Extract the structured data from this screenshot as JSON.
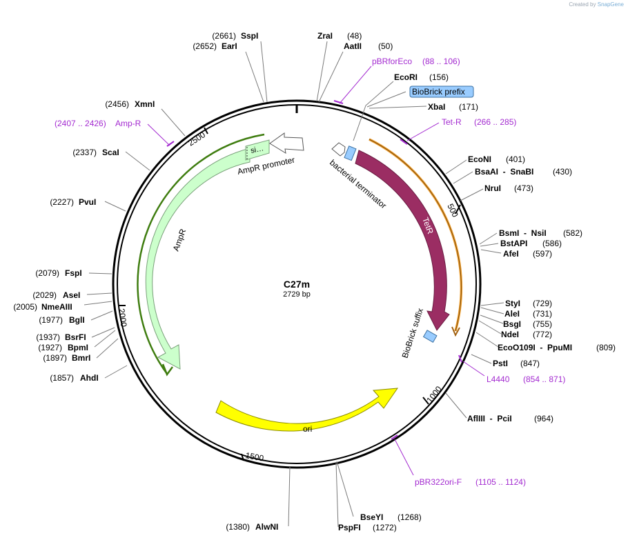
{
  "credit": {
    "prefix": "Created by",
    "brand": "SnapGene"
  },
  "plasmid": {
    "name": "C27m",
    "length_label": "2729 bp",
    "length": 2729
  },
  "ticks": [
    {
      "bp": 500,
      "label": "500"
    },
    {
      "bp": 1000,
      "label": "1000"
    },
    {
      "bp": 1500,
      "label": "1500"
    },
    {
      "bp": 2000,
      "label": "2000"
    },
    {
      "bp": 2500,
      "label": "2500"
    }
  ],
  "features": [
    {
      "name": "AmpR",
      "label": "AmpR",
      "color": "#ccffcc",
      "stroke": "#7aa07a"
    },
    {
      "name": "AmpR promoter",
      "label": "AmpR promoter",
      "color": "#ffffff",
      "stroke": "#555555"
    },
    {
      "name": "signal",
      "label": "si…",
      "color": "#ccffcc",
      "stroke": "#7aa07a"
    },
    {
      "name": "TetR",
      "label": "TetR",
      "color": "#9b2d63",
      "stroke": "#6a1c42"
    },
    {
      "name": "bacterial terminator",
      "label": "bacterial terminator",
      "color": "#ffffff",
      "stroke": "#555555"
    },
    {
      "name": "BioBrick suffix",
      "label": "BioBrick suffix",
      "color": "#99ccff",
      "stroke": "#3a6fa0"
    },
    {
      "name": "ori",
      "label": "ori",
      "color": "#ffff00",
      "stroke": "#888800"
    }
  ],
  "sites": [
    {
      "name": "SspI",
      "pos": "(2661)"
    },
    {
      "name": "EarI",
      "pos": "(2652)"
    },
    {
      "name": "ZraI",
      "pos": "(48)"
    },
    {
      "name": "AatII",
      "pos": "(50)"
    },
    {
      "name": "EcoRI",
      "pos": "(156)"
    },
    {
      "name": "BioBrick prefix",
      "pos": ""
    },
    {
      "name": "XbaI",
      "pos": "(171)"
    },
    {
      "name": "XmnI",
      "pos": "(2456)"
    },
    {
      "name": "ScaI",
      "pos": "(2337)"
    },
    {
      "name": "EcoNI",
      "pos": "(401)"
    },
    {
      "name": "BsaAI  -  SnaBI",
      "pos": "(430)"
    },
    {
      "name": "NruI",
      "pos": "(473)"
    },
    {
      "name": "PvuI",
      "pos": "(2227)"
    },
    {
      "name": "BsmI  -  NsiI",
      "pos": "(582)"
    },
    {
      "name": "BstAPI",
      "pos": "(586)"
    },
    {
      "name": "AfeI",
      "pos": "(597)"
    },
    {
      "name": "FspI",
      "pos": "(2079)"
    },
    {
      "name": "AseI",
      "pos": "(2029)"
    },
    {
      "name": "NmeAIII",
      "pos": "(2005)"
    },
    {
      "name": "BglI",
      "pos": "(1977)"
    },
    {
      "name": "StyI",
      "pos": "(729)"
    },
    {
      "name": "AleI",
      "pos": "(731)"
    },
    {
      "name": "BsgI",
      "pos": "(755)"
    },
    {
      "name": "NdeI",
      "pos": "(772)"
    },
    {
      "name": "BsrFI",
      "pos": "(1937)"
    },
    {
      "name": "BpmI",
      "pos": "(1927)"
    },
    {
      "name": "BmrI",
      "pos": "(1897)"
    },
    {
      "name": "EcoO109I  -  PpuMI",
      "pos": "(809)"
    },
    {
      "name": "PstI",
      "pos": "(847)"
    },
    {
      "name": "AhdI",
      "pos": "(1857)"
    },
    {
      "name": "AflIII  -  PciI",
      "pos": "(964)"
    },
    {
      "name": "BseYI",
      "pos": "(1268)"
    },
    {
      "name": "AlwNI",
      "pos": "(1380)"
    },
    {
      "name": "PspFI",
      "pos": "(1272)"
    }
  ],
  "primers": [
    {
      "name": "pBRforEco",
      "range": "(88 .. 106)",
      "color": "#a32ad0"
    },
    {
      "name": "Tet-R",
      "range": "(266 .. 285)",
      "color": "#a32ad0"
    },
    {
      "name": "Amp-R",
      "range": "(2407 .. 2426)",
      "color": "#a32ad0"
    },
    {
      "name": "L4440",
      "range": "(854 .. 871)",
      "color": "#a32ad0"
    },
    {
      "name": "pBR322ori-F",
      "range": "(1105 .. 1124)",
      "color": "#a32ad0"
    }
  ]
}
